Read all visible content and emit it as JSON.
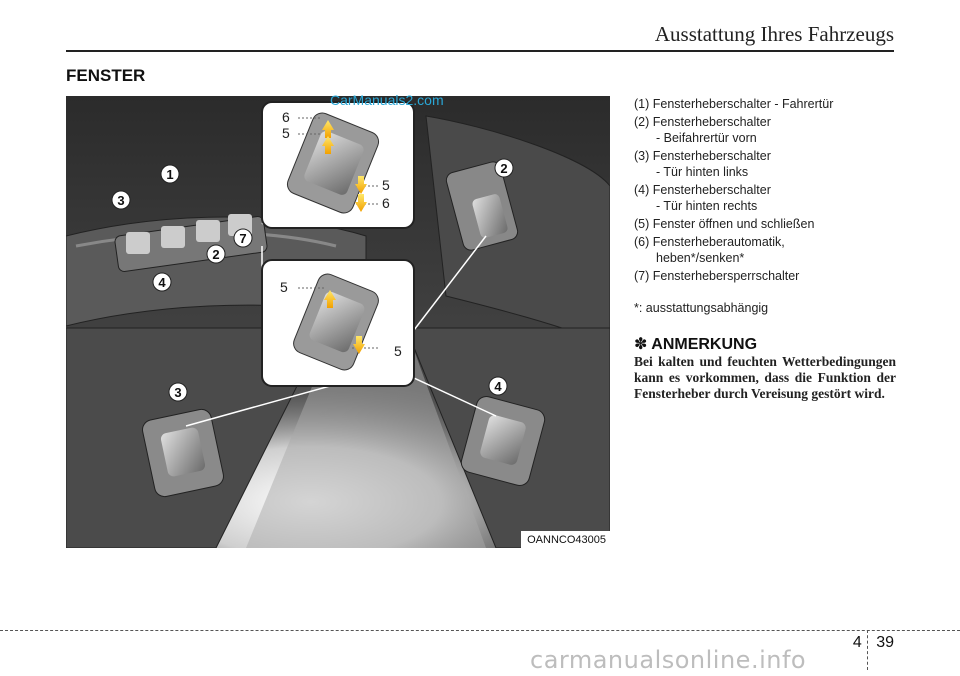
{
  "header": {
    "title": "Ausstattung Ihres Fahrzeugs"
  },
  "section": {
    "title": "FENSTER"
  },
  "figure": {
    "code": "OANNCO43005",
    "watermark": "CarManuals2.com",
    "callouts": [
      "1",
      "2",
      "3",
      "4",
      "7"
    ],
    "inset_top_labels": [
      "6",
      "5",
      "5",
      "6"
    ],
    "inset_bottom_labels": [
      "5",
      "5"
    ],
    "lower_callouts": [
      "3",
      "4"
    ]
  },
  "legend": {
    "items": [
      {
        "line1": "(1) Fensterheberschalter - Fahrertür",
        "line2": ""
      },
      {
        "line1": "(2) Fensterheberschalter",
        "line2": "- Beifahrertür vorn"
      },
      {
        "line1": "(3) Fensterheberschalter",
        "line2": "- Tür hinten links"
      },
      {
        "line1": "(4) Fensterheberschalter",
        "line2": "- Tür hinten rechts"
      },
      {
        "line1": "(5) Fenster öffnen und schließen",
        "line2": ""
      },
      {
        "line1": "(6) Fensterheberautomatik,",
        "line2": "heben*/senken*"
      },
      {
        "line1": "(7) Fensterhebersperrschalter",
        "line2": ""
      }
    ]
  },
  "footnote": "*: ausstattungsabhängig",
  "note": {
    "mark": "✽",
    "title": "ANMERKUNG",
    "body": "Bei kalten und feuchten Wetterbe­dingungen kann es vorkommen, dass die Funktion der Fensterheber durch Vereisung gestört wird."
  },
  "page": {
    "chapter": "4",
    "number": "39"
  },
  "bottom_watermark": "carmanualsonline.info"
}
